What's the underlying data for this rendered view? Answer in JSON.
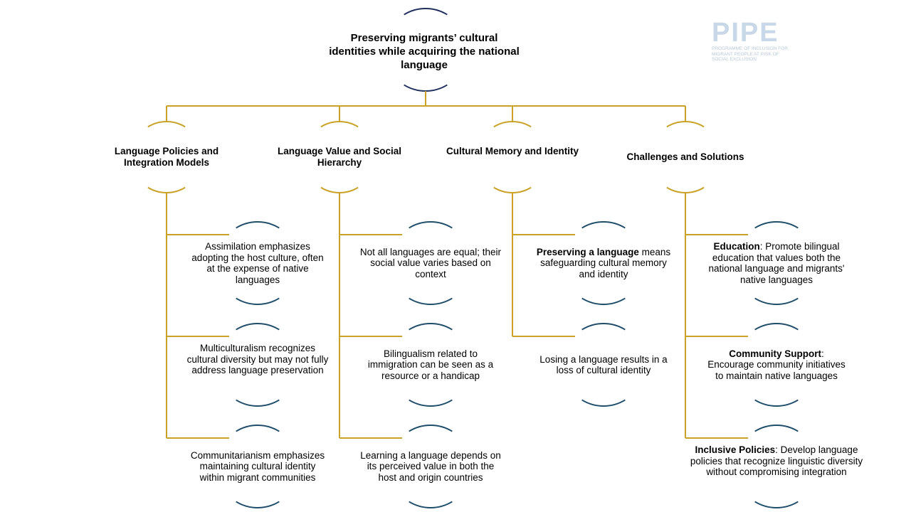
{
  "logo": {
    "word": "PIPE",
    "subtitle": "PROGRAMME OF INCLUSION FOR MIGRANT PEOPLE AT RISK OF SOCIAL EXCLUSION"
  },
  "root": {
    "title": "Preserving migrants’ cultural identities while acquiring the national language"
  },
  "categories": [
    {
      "title": "Language Policies and Integration Models",
      "items": [
        {
          "bold": "",
          "text": "Assimilation emphasizes adopting the host culture, often at the expense of native languages"
        },
        {
          "bold": "",
          "text": "Multiculturalism recognizes cultural diversity but may not fully address language preservation"
        },
        {
          "bold": "",
          "text": "Communitarianism emphasizes maintaining cultural identity within migrant communities"
        }
      ]
    },
    {
      "title": "Language Value and Social Hierarchy",
      "items": [
        {
          "bold": "",
          "text": "Not all languages are equal; their social value varies based on context"
        },
        {
          "bold": "",
          "text": "Bilingualism related to immigration can be seen as a resource or a handicap"
        },
        {
          "bold": "",
          "text": "Learning a language depends on its perceived value in both the host and origin countries"
        }
      ]
    },
    {
      "title": "Cultural Memory and Identity",
      "items": [
        {
          "bold": "Preserving a language",
          "text": " means safeguarding cultural memory and identity"
        },
        {
          "bold": "",
          "text": "Losing a language results in a loss of cultural identity"
        }
      ]
    },
    {
      "title": "Challenges and Solutions",
      "items": [
        {
          "bold": "Education",
          "text": ": Promote bilingual education that values both the national language and migrants' native languages"
        },
        {
          "bold": "Community Support",
          "text": ": Encourage community initiatives to maintain native languages"
        },
        {
          "bold": "Inclusive Policies",
          "text": ": Develop language policies that recognize linguistic diversity without compromising integration"
        }
      ]
    }
  ],
  "colors": {
    "connector": "#c9a227",
    "root_arc": "#1f2f5e",
    "category_arc": "#c9a227",
    "leaf_arc": "#1f4e6b"
  }
}
